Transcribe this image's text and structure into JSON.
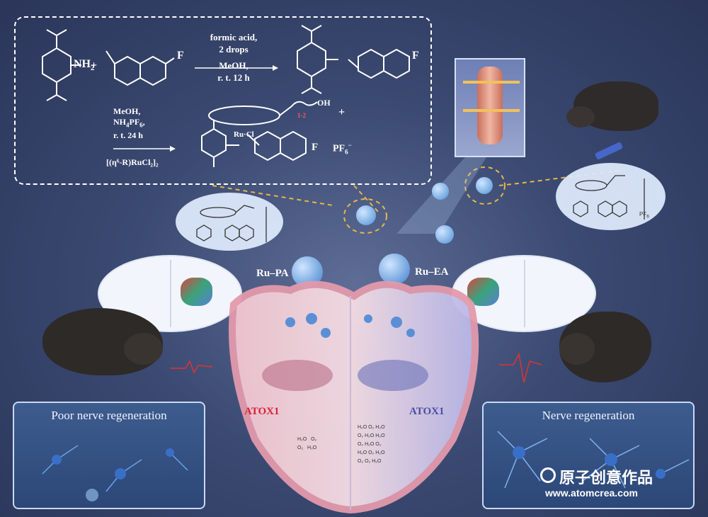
{
  "reaction": {
    "reagent_amine": "NH",
    "reagent_amine_sub": "2",
    "plus": "+",
    "step1_conditions": [
      "formic acid,",
      "2 drops",
      "MeOH,",
      "r. t. 12  h"
    ],
    "step2_conditions": [
      "MeOH,",
      "NH",
      "PF",
      "r. t.  24 h"
    ],
    "step2_reagent": "[(η⁶-R)RuCl₂]₂",
    "fluorine": "F",
    "ru_center": "Ru·Cl",
    "oh": "OH",
    "chain_n": "1-2",
    "counterion": "PF",
    "counterion_sup": "−"
  },
  "labels": {
    "ru_pa": "Ru–PA",
    "ru_ea": "Ru–EA",
    "atox_left": "ATOX1",
    "atox_right": "ATOX1",
    "pf6_small": "PF"
  },
  "panels": {
    "left_title": "Poor nerve regeneration",
    "right_title": "Nerve regeneration"
  },
  "molecules": {
    "left_left": [
      "H₂O",
      "O₂",
      "O₂",
      "H₂O"
    ],
    "right": [
      "H₂O",
      "O₂",
      "H₂O",
      "O₂",
      "H₂O",
      "H₂O",
      "O₂",
      "H₂O",
      "O₂",
      "H₂O",
      "O₂",
      "H₂O",
      "O₂",
      "O₂",
      "H₂O"
    ]
  },
  "watermark": {
    "cn": "原子创意作品",
    "url": "www.atomcrea.com"
  },
  "colors": {
    "atox_left": "#d6243a",
    "atox_right": "#4b4fa3",
    "background": "#3b4a72"
  }
}
